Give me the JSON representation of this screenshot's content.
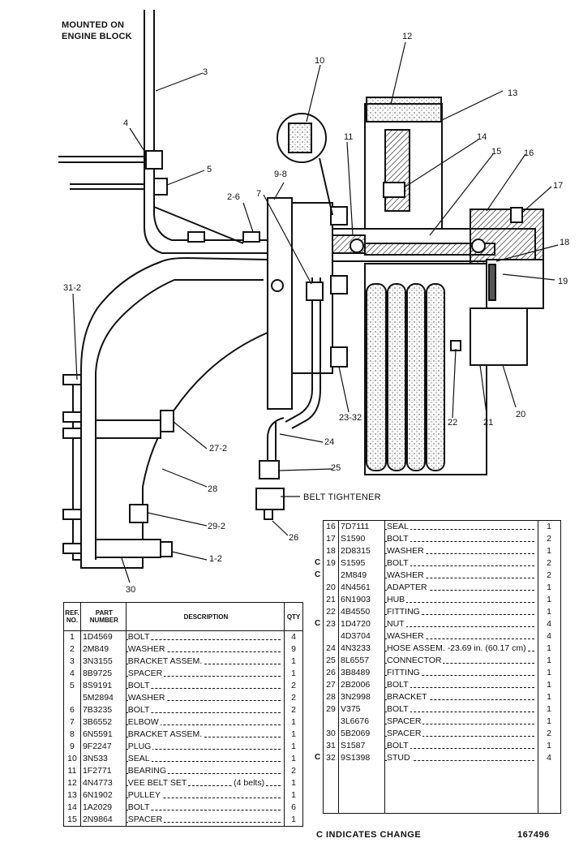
{
  "notes": {
    "mounted": [
      "MOUNTED ON",
      "ENGINE BLOCK"
    ],
    "belt_tightener": "BELT TIGHTENER"
  },
  "callouts": [
    "12",
    "13",
    "10",
    "3",
    "4",
    "5",
    "14",
    "15",
    "16",
    "11",
    "17",
    "9-8",
    "2-6",
    "7",
    "18",
    "19",
    "31-2",
    "20",
    "21",
    "22",
    "23-32",
    "24",
    "25",
    "27-2",
    "28",
    "29-2",
    "1-2",
    "30",
    "26"
  ],
  "table1": {
    "headers": {
      "ref": "REF. NO.",
      "part": "PART NUMBER",
      "desc": "DESCRIPTION",
      "qty": "QTY"
    },
    "rows": [
      {
        "ref": "1",
        "part": "1D4569",
        "desc": "BOLT",
        "extra": "",
        "qty": "4"
      },
      {
        "ref": "2",
        "part": "2M849",
        "desc": "WASHER",
        "extra": "",
        "qty": "9"
      },
      {
        "ref": "3",
        "part": "3N3155",
        "desc": "BRACKET ASSEM.",
        "extra": "",
        "qty": "1"
      },
      {
        "ref": "4",
        "part": "8B9725",
        "desc": "SPACER",
        "extra": "",
        "qty": "1"
      },
      {
        "ref": "5",
        "part": "8S9191",
        "desc": "BOLT",
        "extra": "",
        "qty": "2"
      },
      {
        "ref": "",
        "part": "5M2894",
        "desc": "WASHER",
        "extra": "",
        "qty": "2"
      },
      {
        "ref": "6",
        "part": "7B3235",
        "desc": "BOLT",
        "extra": "",
        "qty": "2"
      },
      {
        "ref": "7",
        "part": "3B6552",
        "desc": "ELBOW",
        "extra": "",
        "qty": "1"
      },
      {
        "ref": "8",
        "part": "6N5591",
        "desc": "BRACKET ASSEM.",
        "extra": "",
        "qty": "1"
      },
      {
        "ref": "9",
        "part": "9F2247",
        "desc": "PLUG",
        "extra": "",
        "qty": "1"
      },
      {
        "ref": "10",
        "part": "3N533",
        "desc": "SEAL",
        "extra": "",
        "qty": "1"
      },
      {
        "ref": "11",
        "part": "1F2771",
        "desc": "BEARING",
        "extra": "",
        "qty": "2"
      },
      {
        "ref": "12",
        "part": "4N4773",
        "desc": "VEE BELT SET",
        "extra": "(4 belts)",
        "qty": "1"
      },
      {
        "ref": "13",
        "part": "6N1902",
        "desc": "PULLEY",
        "extra": "",
        "qty": "1"
      },
      {
        "ref": "14",
        "part": "1A2029",
        "desc": "BOLT",
        "extra": "",
        "qty": "6"
      },
      {
        "ref": "15",
        "part": "2N9864",
        "desc": "SPACER",
        "extra": "",
        "qty": "1"
      }
    ]
  },
  "table2": {
    "rows": [
      {
        "c": "",
        "ref": "16",
        "part": "7D7111",
        "desc": "SEAL",
        "qty": "1"
      },
      {
        "c": "",
        "ref": "17",
        "part": "S1590",
        "desc": "BOLT",
        "qty": "2"
      },
      {
        "c": "",
        "ref": "18",
        "part": "2D8315",
        "desc": "WASHER",
        "qty": "1"
      },
      {
        "c": "C",
        "ref": "19",
        "part": "S1595",
        "desc": "BOLT",
        "qty": "2"
      },
      {
        "c": "C",
        "ref": "",
        "part": "2M849",
        "desc": "WASHER",
        "qty": "2"
      },
      {
        "c": "",
        "ref": "20",
        "part": "4N4561",
        "desc": "ADAPTER",
        "qty": "1"
      },
      {
        "c": "",
        "ref": "21",
        "part": "6N1903",
        "desc": "HUB",
        "qty": "1"
      },
      {
        "c": "",
        "ref": "22",
        "part": "4B4550",
        "desc": "FITTING",
        "qty": "1"
      },
      {
        "c": "C",
        "ref": "23",
        "part": "1D4720",
        "desc": "NUT",
        "qty": "4"
      },
      {
        "c": "",
        "ref": "",
        "part": "4D3704",
        "desc": "WASHER",
        "qty": "4"
      },
      {
        "c": "",
        "ref": "24",
        "part": "4N3233",
        "desc": "HOSE ASSEM. -23.69 in. (60.17 cm)",
        "qty": "1"
      },
      {
        "c": "",
        "ref": "25",
        "part": "8L6557",
        "desc": "CONNECTOR",
        "qty": "1"
      },
      {
        "c": "",
        "ref": "26",
        "part": "3B8489",
        "desc": "FITTING",
        "qty": "1"
      },
      {
        "c": "",
        "ref": "27",
        "part": "2B2006",
        "desc": "BOLT",
        "qty": "1"
      },
      {
        "c": "",
        "ref": "28",
        "part": "3N2998",
        "desc": "BRACKET",
        "qty": "1"
      },
      {
        "c": "",
        "ref": "29",
        "part": "V375",
        "desc": "BOLT",
        "qty": "1"
      },
      {
        "c": "",
        "ref": "",
        "part": "3L6676",
        "desc": "SPACER",
        "qty": "1"
      },
      {
        "c": "",
        "ref": "30",
        "part": "5B2069",
        "desc": "SPACER",
        "qty": "2"
      },
      {
        "c": "",
        "ref": "31",
        "part": "S1587",
        "desc": "BOLT",
        "qty": "1"
      },
      {
        "c": "C",
        "ref": "32",
        "part": "9S1398",
        "desc": "STUD",
        "qty": "4"
      },
      {
        "c": "",
        "ref": "",
        "part": "",
        "desc": "",
        "qty": ""
      },
      {
        "c": "",
        "ref": "",
        "part": "",
        "desc": "",
        "qty": ""
      },
      {
        "c": "",
        "ref": "",
        "part": "",
        "desc": "",
        "qty": ""
      },
      {
        "c": "",
        "ref": "",
        "part": "",
        "desc": "",
        "qty": ""
      }
    ]
  },
  "footer": {
    "change_note": "C INDICATES CHANGE",
    "figure_number": "167496"
  }
}
